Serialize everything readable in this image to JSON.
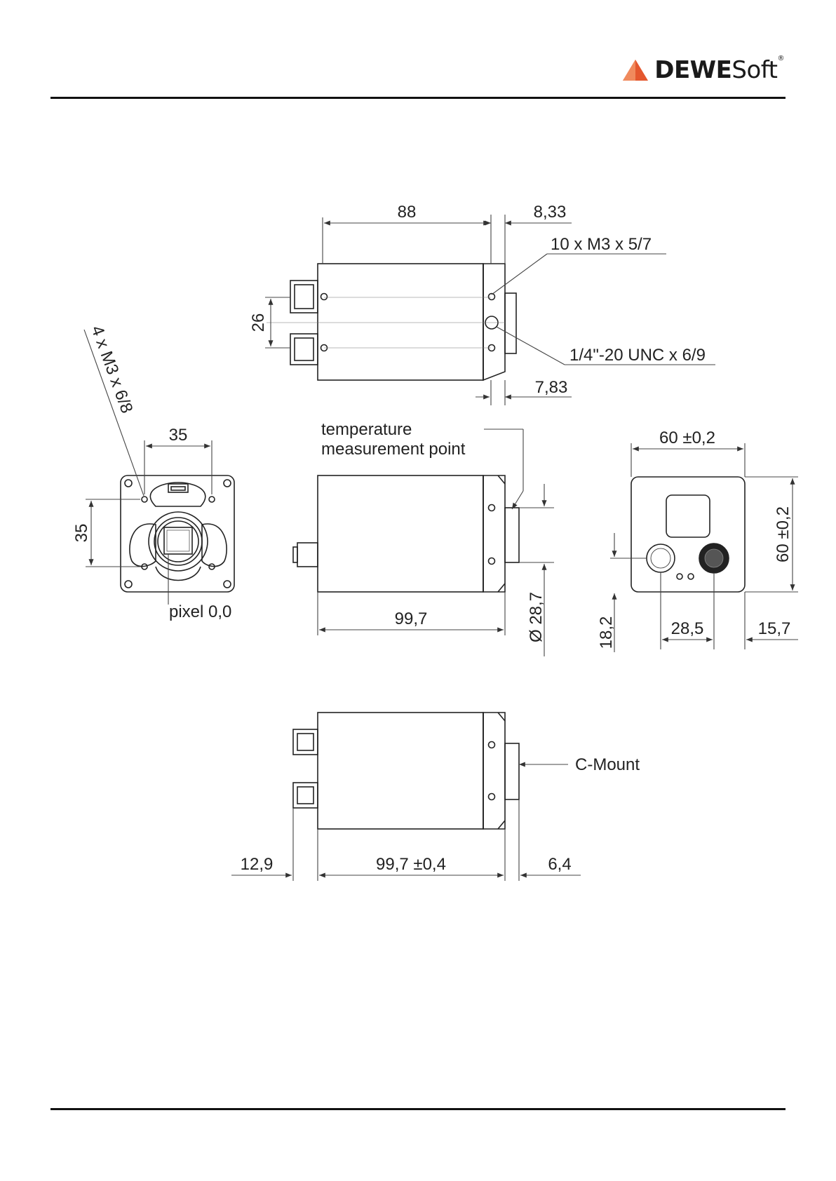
{
  "brand": {
    "name_bold": "DEWE",
    "name_light": "Soft",
    "reg": "®"
  },
  "colors": {
    "brand": "#e4572e",
    "line": "#222222",
    "dim": "#444444"
  },
  "labels": {
    "top_len": "88",
    "top_offset": "8,33",
    "holes10": "10 x  M3 x 5/7",
    "spacing26": "26",
    "unc": "1/4\"-20 UNC x 6/9",
    "depth783": "7,83",
    "front_holes": "4 x M3 x 6/8",
    "front_w": "35",
    "front_h": "35",
    "pixel": "pixel 0,0",
    "temp1": "temperature",
    "temp2": "measurement point",
    "side_len": "99,7",
    "dia": "Ø 28,7",
    "back_w": "60 ±0,2",
    "back_h": "60 ±0,2",
    "back_182": "18,2",
    "back_285": "28,5",
    "back_157": "15,7",
    "cmount": "C-Mount",
    "bot_129": "12,9",
    "bot_997": "99,7 ±0,4",
    "bot_64": "6,4"
  }
}
